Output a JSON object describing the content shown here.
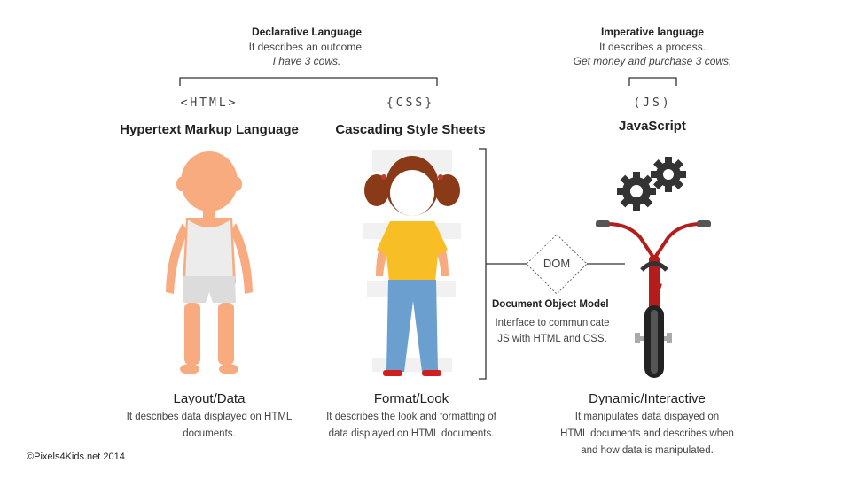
{
  "declarative": {
    "title": "Declarative Language",
    "line1": "It describes an outcome.",
    "line2": "I have 3 cows."
  },
  "imperative": {
    "title": "Imperative language",
    "line1": "It describes a process.",
    "line2": "Get money and purchase 3 cows."
  },
  "html": {
    "tag": "<HTML>",
    "name": "Hypertext Markup Language",
    "caption_title": "Layout/Data",
    "caption_line1": "It describes data displayed on HTML",
    "caption_line2": "documents."
  },
  "css": {
    "tag": "{CSS}",
    "name": "Cascading Style Sheets",
    "caption_title": "Format/Look",
    "caption_line1": "It describes the look and formatting of",
    "caption_line2": "data displayed on HTML documents."
  },
  "js": {
    "tag": "(JS)",
    "name": "JavaScript",
    "caption_title": "Dynamic/Interactive",
    "caption_line1": "It manipulates data dispayed on",
    "caption_line2": "HTML documents and describes when",
    "caption_line3": "and how data is manipulated."
  },
  "dom": {
    "label": "DOM",
    "title": "Document Object Model",
    "line1": "Interface to communicate",
    "line2": "JS with HTML and CSS."
  },
  "copyright": "©Pixels4Kids.net 2014",
  "colors": {
    "skin": "#f9ab80",
    "hair": "#8a3a16",
    "shirt": "#f8be26",
    "jeans": "#6b9fd0",
    "bike": "#b51c1c",
    "gear": "#333333"
  }
}
